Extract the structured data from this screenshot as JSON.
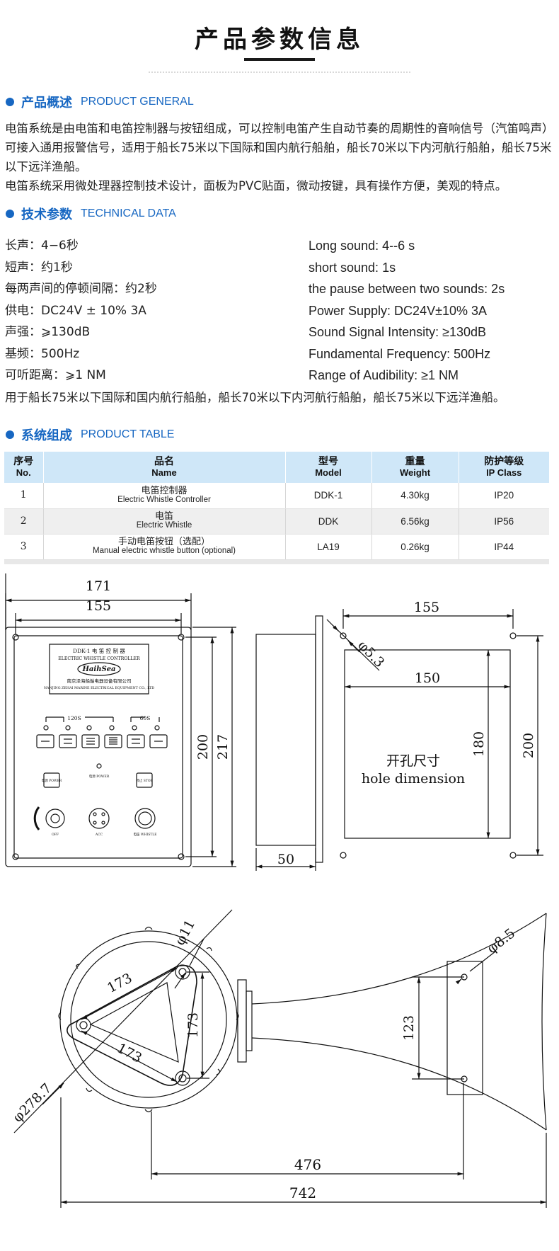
{
  "title": "产品参数信息",
  "general": {
    "heading_cn": "产品概述",
    "heading_en": "PRODUCT GENERAL",
    "para1": "电笛系统是由电笛和电笛控制器与按钮组成，可以控制电笛产生自动节奏的周期性的音响信号（汽笛鸣声）可接入通用报警信号，适用于船长75米以下国际和国内航行船舶，船长70米以下内河航行船舶，船长75米以下远洋渔船。",
    "para2": "电笛系统采用微处理器控制技术设计，面板为PVC贴面，微动按键，具有操作方便，美观的特点。"
  },
  "technical": {
    "heading_cn": "技术参数",
    "heading_en": "TECHNICAL DATA",
    "specs_cn": [
      "长声：4−6秒",
      "短声：约1秒",
      "每两声间的停顿间隔：约2秒",
      "供电：DC24V ± 10%   3A",
      "声强：⩾130dB",
      "基频：500Hz",
      "可听距离：⩾1 NM"
    ],
    "specs_en": [
      "Long sound: 4--6 s",
      "short sound: 1s",
      "the pause between two sounds: 2s",
      "Power Supply: DC24V±10%   3A",
      "Sound Signal Intensity: ≥130dB",
      "Fundamental Frequency: 500Hz",
      "Range of Audibility: ≥1 NM"
    ],
    "note": "用于船长75米以下国际和国内航行船舶，船长70米以下内河航行船舶，船长75米以下远洋渔船。"
  },
  "system": {
    "heading_cn": "系统组成",
    "heading_en": "PRODUCT TABLE",
    "columns": [
      {
        "cn": "序号",
        "en": "No."
      },
      {
        "cn": "品名",
        "en": "Name"
      },
      {
        "cn": "型号",
        "en": "Model"
      },
      {
        "cn": "重量",
        "en": "Weight"
      },
      {
        "cn": "防护等级",
        "en": "IP Class"
      }
    ],
    "rows": [
      {
        "no": "1",
        "name_cn": "电笛控制器",
        "name_en": "Electric Whistle Controller",
        "model": "DDK-1",
        "weight": "4.30kg",
        "ip": "IP20"
      },
      {
        "no": "2",
        "name_cn": "电笛",
        "name_en": "Electric Whistle",
        "model": "DDK",
        "weight": "6.56kg",
        "ip": "IP56"
      },
      {
        "no": "3",
        "name_cn": "手动电笛按钮（选配）",
        "name_en": "Manual electric whistle button (optional)",
        "model": "LA19",
        "weight": "0.26kg",
        "ip": "IP44"
      }
    ]
  },
  "drawing": {
    "controller": {
      "dim_width_outer": "171",
      "dim_width_inner": "155",
      "dim_height_inner": "200",
      "dim_height_outer": "217",
      "plate_title": "DDK-1  电 笛 控 制 器",
      "plate_subtitle": "ELECTRIC WHISTLE CONTROLLER",
      "plate_logo": "HaihSea",
      "plate_company_cn": "南京泽海船舶电器设备有限公司",
      "plate_company_en": "NANJING ZEHAI MARINE ELECTRICAL EQUIPMENT CO., LTD",
      "label_120s": "120S",
      "label_60s": "60S",
      "label_power_btn": "电源 POWER",
      "label_power_led": "电源 POWER",
      "label_stop_btn": "停止 STOP",
      "label_off": "OFF",
      "label_acc": "ACC",
      "label_whistle": "电笛 WHISTLE"
    },
    "cutout": {
      "dim_depth": "50",
      "dim_width_outer": "155",
      "dim_hole": "φ5.3",
      "dim_width_inner": "150",
      "dim_height_inner": "180",
      "dim_height_outer": "200",
      "label_cn": "开孔尺寸",
      "label_en": "hole dimension"
    },
    "whistle": {
      "dim_hole_top": "φ11",
      "dim_side_a": "173",
      "dim_side_b": "173",
      "dim_side_c": "173",
      "dim_diameter": "φ278.7",
      "dim_mount_hole": "φ8.5",
      "dim_mount_height": "123",
      "dim_len_inner": "476",
      "dim_len_total": "742"
    }
  }
}
